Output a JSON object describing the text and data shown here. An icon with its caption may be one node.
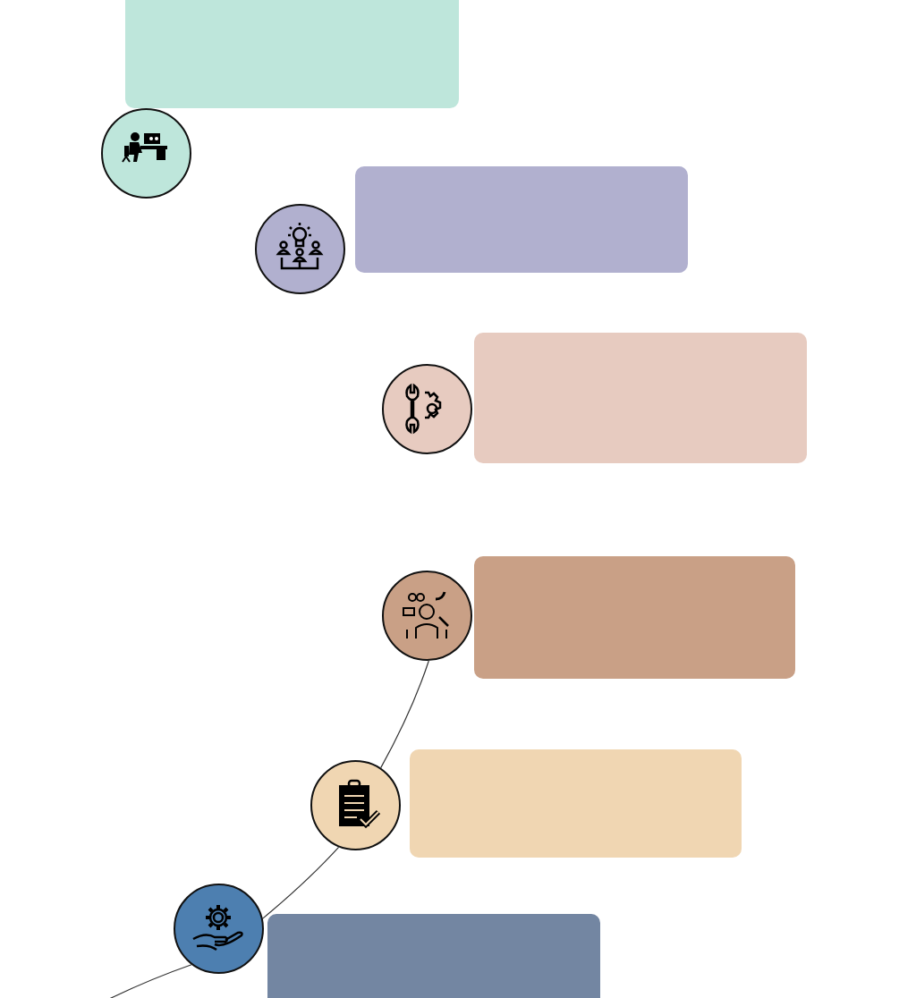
{
  "diagram": {
    "nodes": [
      {
        "text": [],
        "shape": "box"
      },
      {
        "text": [],
        "shape": "circle"
      },
      {
        "text": [],
        "shape": "circle"
      },
      {
        "text": [],
        "shape": "box"
      },
      {
        "text": [],
        "shape": "circle"
      },
      {
        "text": [],
        "shape": "box"
      },
      {
        "text": [],
        "shape": "circle"
      },
      {
        "text": [],
        "shape": "box"
      },
      {
        "text": [],
        "shape": "circle"
      },
      {
        "text": [],
        "shape": "box"
      },
      {
        "text": [],
        "shape": "circle"
      },
      {
        "text": [],
        "shape": "box"
      }
    ],
    "edges": [
      {
        "from": null,
        "to": 10,
        "arrow": "none"
      },
      {
        "from": 10,
        "to": 8,
        "arrow": "none"
      },
      {
        "from": 8,
        "to": 6,
        "arrow": "none"
      }
    ]
  }
}
